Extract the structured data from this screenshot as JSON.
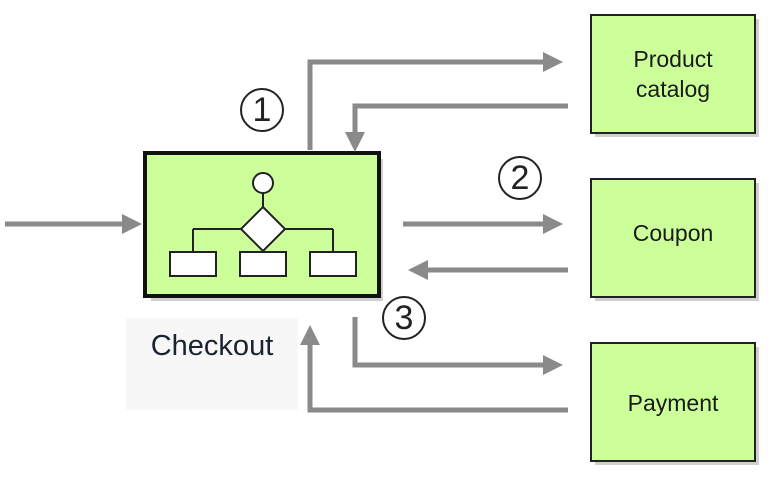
{
  "diagram": {
    "services": {
      "product_catalog": "Product\ncatalog",
      "coupon": "Coupon",
      "payment": "Payment"
    },
    "checkout_label": "Checkout",
    "steps": [
      "1",
      "2",
      "3"
    ],
    "colors": {
      "box_fill": "#ccff99",
      "box_border": "#222222",
      "arrow": "#8a8a8a",
      "icon_fill": "#ffffff"
    }
  }
}
